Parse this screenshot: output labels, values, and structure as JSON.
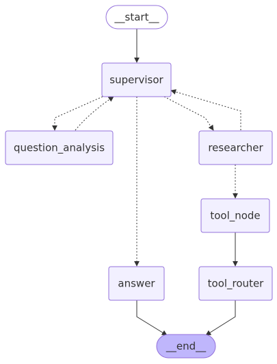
{
  "diagram": {
    "type": "flowchart",
    "colors": {
      "node_fill": "#f2f0ff",
      "node_stroke": "#9370db",
      "terminal_fill": "#ffffff",
      "end_fill": "#bfb6fc",
      "edge": "#333333",
      "text": "#333333",
      "background": "#ffffff"
    },
    "nodes": [
      {
        "id": "start",
        "label": "__start__",
        "shape": "rounded",
        "style": "terminal"
      },
      {
        "id": "supervisor",
        "label": "supervisor",
        "shape": "rect",
        "style": "default"
      },
      {
        "id": "question_analysis",
        "label": "question_analysis",
        "shape": "rect",
        "style": "default"
      },
      {
        "id": "researcher",
        "label": "researcher",
        "shape": "rect",
        "style": "default"
      },
      {
        "id": "tool_node",
        "label": "tool_node",
        "shape": "rect",
        "style": "default"
      },
      {
        "id": "answer",
        "label": "answer",
        "shape": "rect",
        "style": "default"
      },
      {
        "id": "tool_router",
        "label": "tool_router",
        "shape": "rect",
        "style": "default"
      },
      {
        "id": "end",
        "label": "__end__",
        "shape": "rounded",
        "style": "end"
      }
    ],
    "edges": [
      {
        "from": "start",
        "to": "supervisor",
        "style": "solid"
      },
      {
        "from": "supervisor",
        "to": "question_analysis",
        "style": "dotted"
      },
      {
        "from": "question_analysis",
        "to": "supervisor",
        "style": "dotted"
      },
      {
        "from": "supervisor",
        "to": "researcher",
        "style": "dotted"
      },
      {
        "from": "researcher",
        "to": "supervisor",
        "style": "dotted"
      },
      {
        "from": "supervisor",
        "to": "answer",
        "style": "dotted"
      },
      {
        "from": "researcher",
        "to": "tool_node",
        "style": "dotted"
      },
      {
        "from": "tool_node",
        "to": "tool_router",
        "style": "solid"
      },
      {
        "from": "answer",
        "to": "end",
        "style": "solid"
      },
      {
        "from": "tool_router",
        "to": "end",
        "style": "solid"
      }
    ]
  }
}
